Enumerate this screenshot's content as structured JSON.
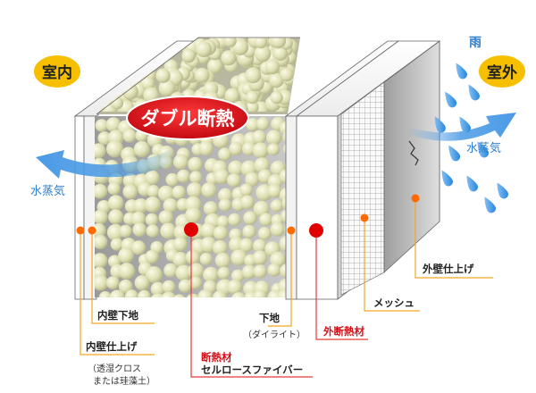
{
  "badges": {
    "indoor": "室内",
    "outdoor": "室外"
  },
  "banner": "ダブル断熱",
  "weather": {
    "rain": "雨"
  },
  "vapor": {
    "left": "水蒸気",
    "right": "水蒸気"
  },
  "layers": {
    "inner_base": "内壁下地",
    "inner_finish": "内壁仕上げ",
    "inner_finish_note_1": "（透湿クロス",
    "inner_finish_note_2": "または珪藻土）",
    "substrate": "下地",
    "substrate_note": "（ダイライト）",
    "insulation_head": "断熱材",
    "insulation_name": "セルロースファイバー",
    "outer_insulation": "外断熱材",
    "mesh": "メッシュ",
    "outer_finish": "外壁仕上げ"
  },
  "colors": {
    "badge_fill": "#f6c000",
    "banner_fill": "#d81018",
    "vapor_arrow": "#4a9ae6",
    "rain_drop": "#2f8fe0",
    "leader_orange": "#f5a623",
    "leader_red": "#e53935",
    "dot_orange": "#ff6a00",
    "dot_red": "#e00000",
    "label_red": "#d81018",
    "wall_dark": "#555555",
    "fiber_ball": "#dfe0b4"
  }
}
